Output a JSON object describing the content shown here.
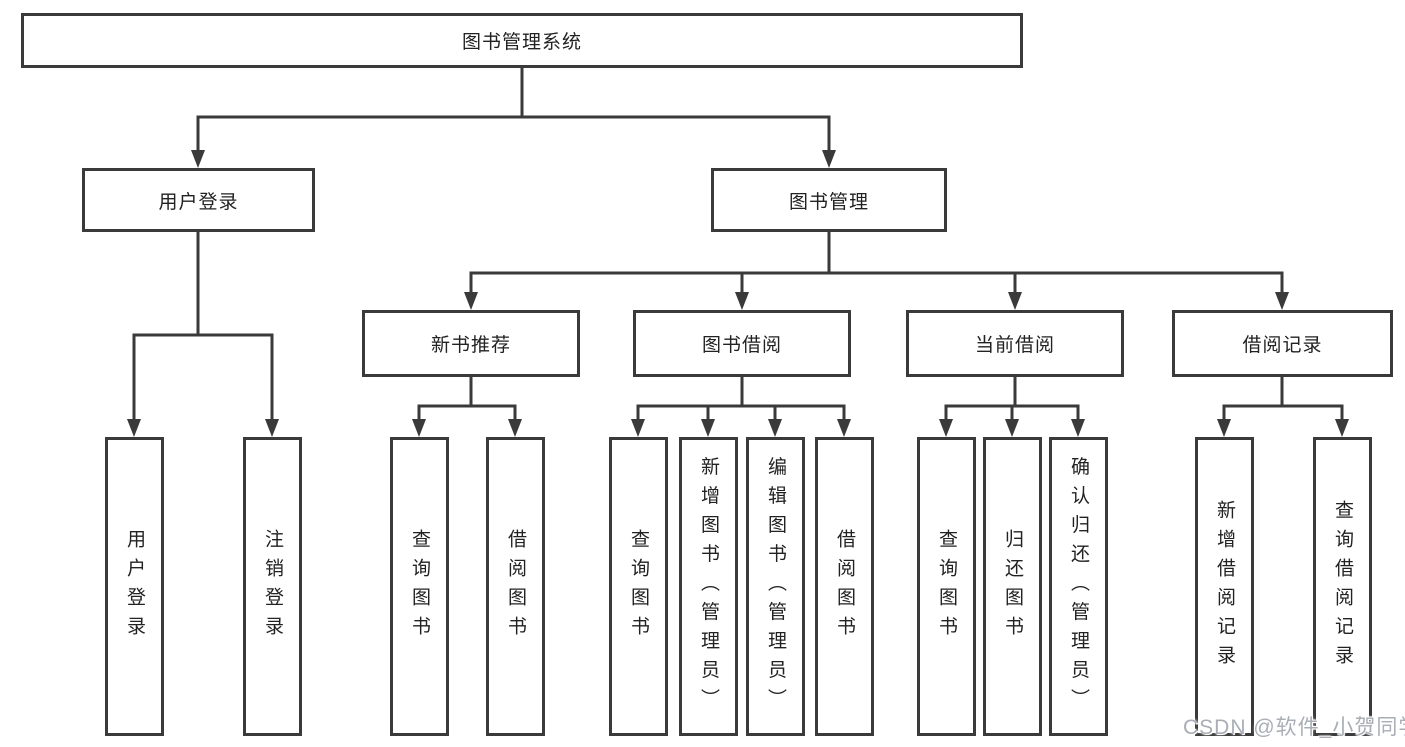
{
  "nodes": {
    "root": {
      "label": "图书管理系统"
    },
    "user_login": {
      "label": "用户登录"
    },
    "book_mgmt": {
      "label": "图书管理"
    },
    "new_book": {
      "label": "新书推荐"
    },
    "book_borrow": {
      "label": "图书借阅"
    },
    "current_borrow": {
      "label": "当前借阅"
    },
    "borrow_record": {
      "label": "借阅记录"
    },
    "leaf_user_login": {
      "label": "用户登录"
    },
    "leaf_logout": {
      "label": "注销登录"
    },
    "leaf_nb_query": {
      "label": "查询图书"
    },
    "leaf_nb_borrow": {
      "label": "借阅图书"
    },
    "leaf_bb_query": {
      "label": "查询图书"
    },
    "leaf_bb_add": {
      "label": "新增图书（管理员）"
    },
    "leaf_bb_edit": {
      "label": "编辑图书（管理员）"
    },
    "leaf_bb_borrow": {
      "label": "借阅图书"
    },
    "leaf_cb_query": {
      "label": "查询图书"
    },
    "leaf_cb_return": {
      "label": "归还图书"
    },
    "leaf_cb_confirm": {
      "label": "确认归还（管理员）"
    },
    "leaf_br_add": {
      "label": "新增借阅记录"
    },
    "leaf_br_query": {
      "label": "查询借阅记录"
    }
  },
  "watermark": {
    "text": "CSDN @软件_小贺同学"
  },
  "colors": {
    "line": "#3a3a3a",
    "text": "#222222",
    "watermark": "#a9aeb6",
    "background": "#ffffff"
  }
}
